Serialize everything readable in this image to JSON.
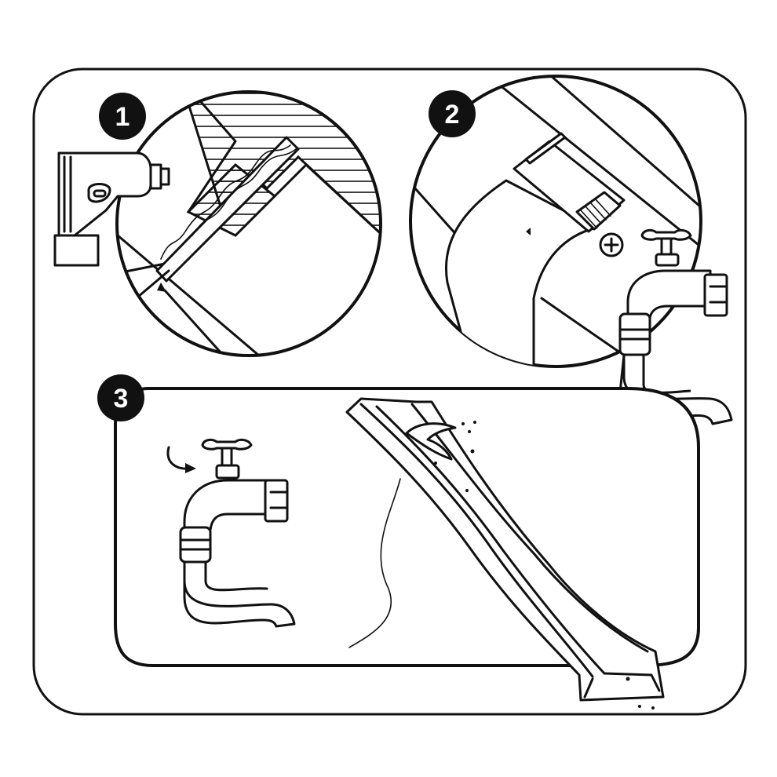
{
  "steps": [
    {
      "number": "1"
    },
    {
      "number": "2"
    },
    {
      "number": "3"
    }
  ],
  "colors": {
    "ink": "#111111",
    "paper": "#ffffff"
  },
  "icons": [
    "drill-icon",
    "drill-bit-icon",
    "hose-connector-icon",
    "screw-icon",
    "water-tap-icon",
    "garden-hose-icon",
    "slide-icon",
    "turn-arrow-icon",
    "water-splash-icon"
  ]
}
